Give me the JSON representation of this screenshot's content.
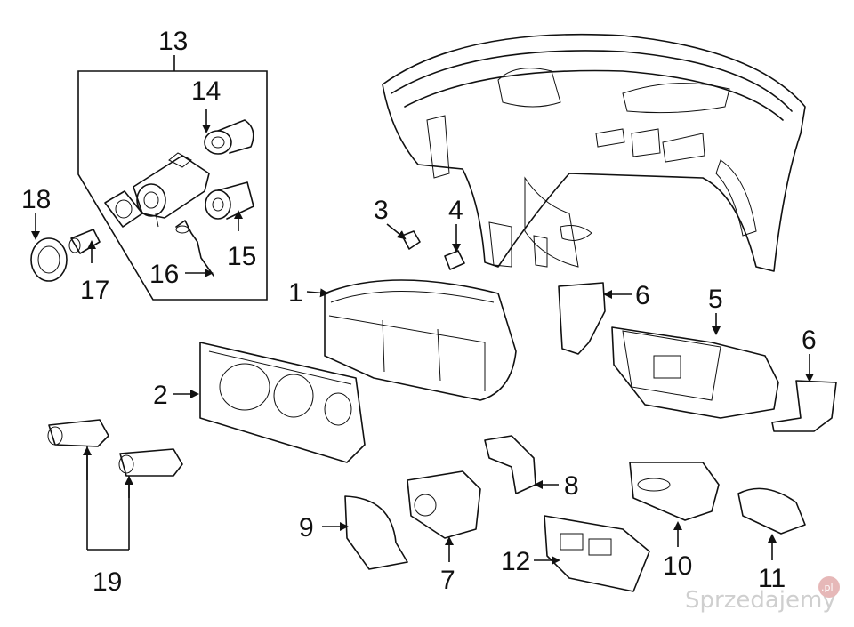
{
  "callouts": {
    "c1": "1",
    "c2": "2",
    "c3": "3",
    "c4": "4",
    "c5": "5",
    "c6a": "6",
    "c6b": "6",
    "c7": "7",
    "c8": "8",
    "c9": "9",
    "c10": "10",
    "c11": "11",
    "c12": "12",
    "c13": "13",
    "c14": "14",
    "c15": "15",
    "c16": "16",
    "c17": "17",
    "c18": "18",
    "c19": "19"
  },
  "watermark": {
    "text": "Sprzedajemy",
    "badge": ".pl",
    "badge_color": "#e6b8b8",
    "text_color": "#cfcfcf"
  },
  "colors": {
    "line": "#111111",
    "background": "#ffffff"
  }
}
